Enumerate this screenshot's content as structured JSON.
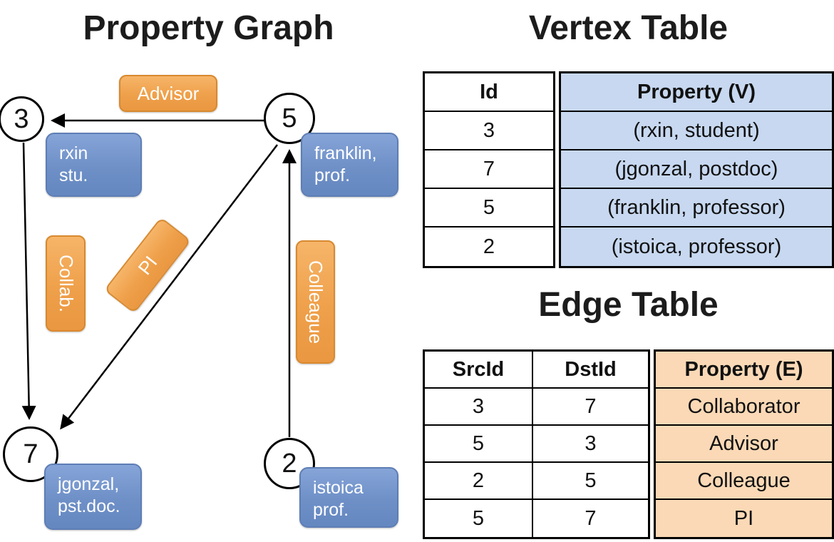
{
  "graph": {
    "title": "Property Graph",
    "nodes": [
      {
        "id": "3",
        "property": "rxin\nstu."
      },
      {
        "id": "5",
        "property": "franklin,\nprof."
      },
      {
        "id": "7",
        "property": "jgonzal,\npst.doc."
      },
      {
        "id": "2",
        "property": "istoica\nprof."
      }
    ],
    "edges": [
      {
        "label": "Advisor"
      },
      {
        "label": "Collab."
      },
      {
        "label": "PI"
      },
      {
        "label": "Colleague"
      }
    ]
  },
  "vertex_table": {
    "title": "Vertex Table",
    "headers": [
      "Id",
      "Property (V)"
    ],
    "rows": [
      [
        "3",
        "(rxin, student)"
      ],
      [
        "7",
        "(jgonzal, postdoc)"
      ],
      [
        "5",
        "(franklin, professor)"
      ],
      [
        "2",
        "(istoica, professor)"
      ]
    ]
  },
  "edge_table": {
    "title": "Edge Table",
    "headers": [
      "SrcId",
      "DstId",
      "Property (E)"
    ],
    "rows": [
      [
        "3",
        "7",
        "Collaborator"
      ],
      [
        "5",
        "3",
        "Advisor"
      ],
      [
        "2",
        "5",
        "Colleague"
      ],
      [
        "5",
        "7",
        "PI"
      ]
    ]
  },
  "colors": {
    "edge_label_fill": "#F0A24F",
    "edge_label_border": "#D8892F",
    "vertex_box_fill": "#7495CC",
    "vertex_box_border": "#5E7EB5",
    "vertex_table_fill": "#C7D8F0",
    "edge_table_fill": "#FBD9B6",
    "line_color": "#000000"
  }
}
